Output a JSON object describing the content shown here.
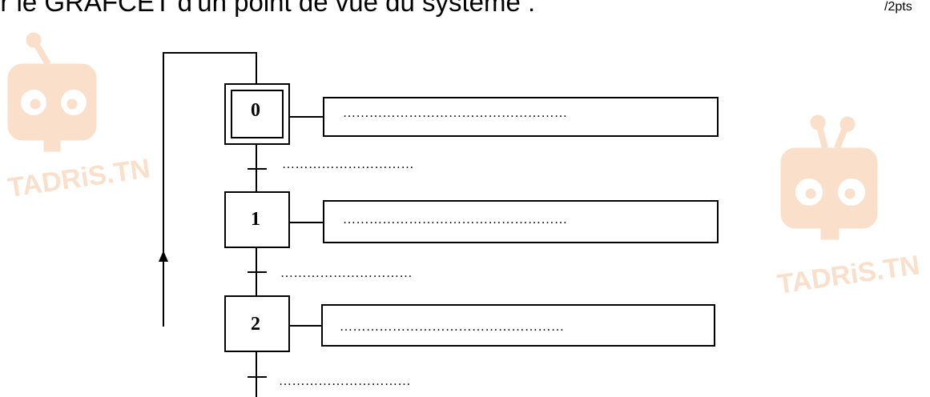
{
  "header": {
    "question": "er le GRAFCET d'un point de vue du système :",
    "points": "/2pts"
  },
  "watermark": {
    "text": "TADRiS.TN",
    "color": "#f7c6a2",
    "icon": "robot-mascot-icon"
  },
  "grafcet": {
    "steps": [
      {
        "number": "0",
        "initial": true,
        "action": "……………………………………………"
      },
      {
        "number": "1",
        "initial": false,
        "action": "……………………………………………"
      },
      {
        "number": "2",
        "initial": false,
        "action": "……………………………………………"
      }
    ],
    "transitions": [
      {
        "receptivity": "…………………………"
      },
      {
        "receptivity": "…………………………"
      },
      {
        "receptivity": "…………………………"
      }
    ],
    "loop": "return-arrow-up"
  }
}
